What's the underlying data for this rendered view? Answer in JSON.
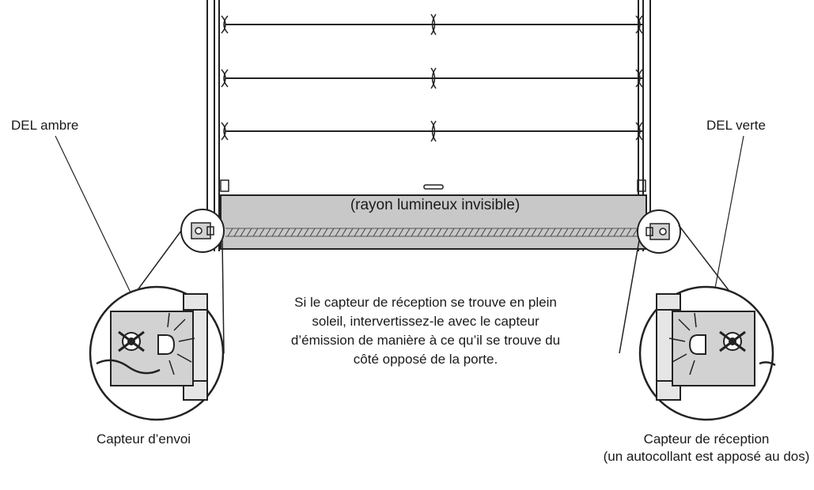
{
  "labels": {
    "amber_led": "DEL ambre",
    "green_led": "DEL verte",
    "beam": "(rayon lumineux invisible)",
    "send_sensor": "Capteur d’envoi",
    "receive_sensor": "Capteur de réception",
    "receive_sensor_note": "(un autocollant est apposé au dos)"
  },
  "note": {
    "lines": [
      "Si le capteur de réception se trouve en plein",
      "soleil, intervertissez-le avec le capteur",
      "d’émission de manière à ce qu’il se trouve du",
      "côté opposé de la porte."
    ]
  },
  "colors": {
    "line": "#222222",
    "beam_fill": "#c8c8c8",
    "bracket_fill": "#d2d2d2",
    "frame_fill": "#e6e6e6"
  }
}
